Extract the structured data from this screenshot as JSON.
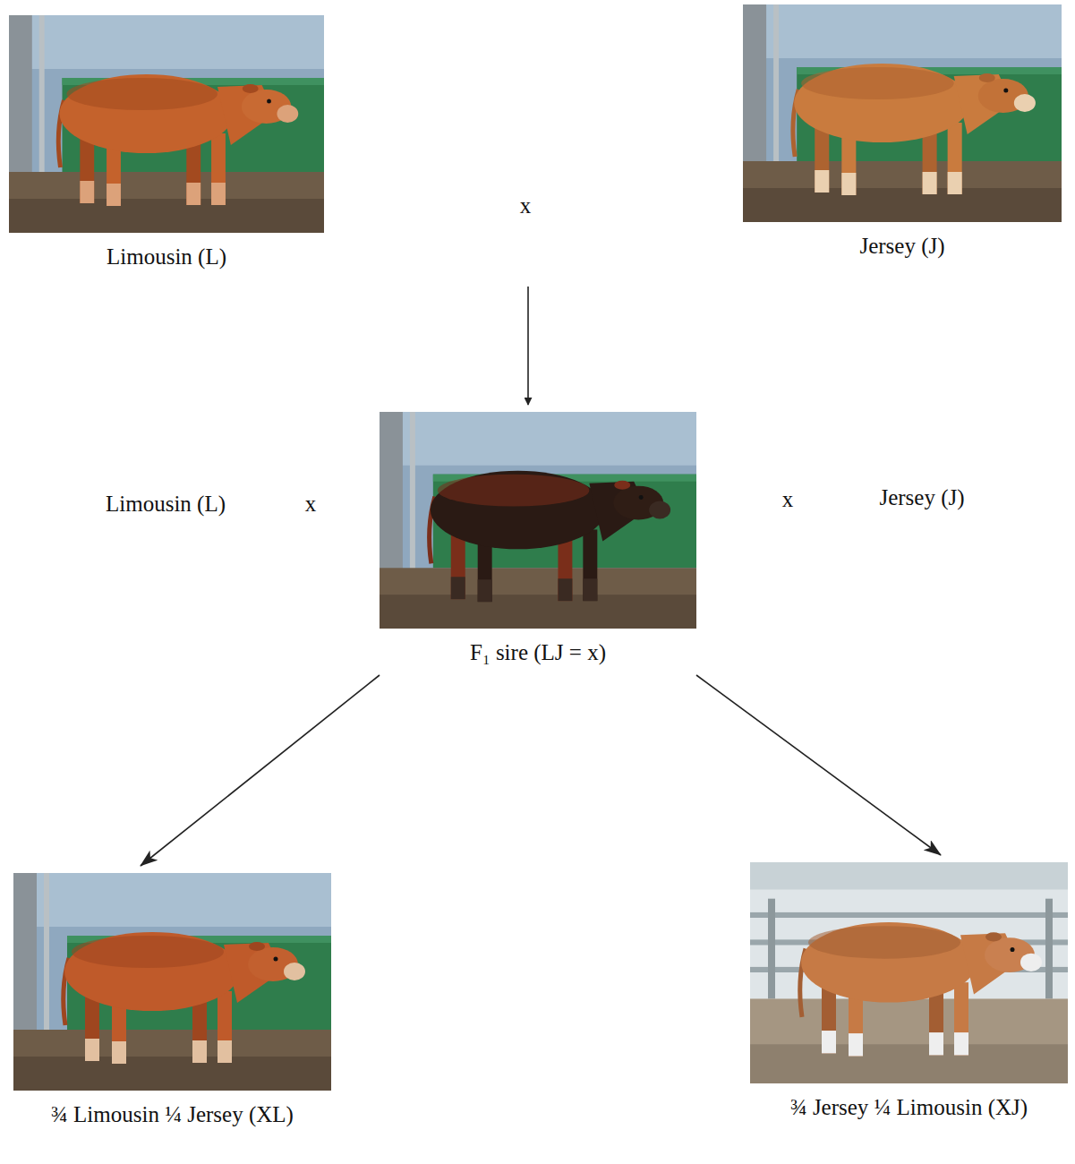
{
  "diagram": {
    "nodes": [
      {
        "text": [
          "Limousin (L)"
        ]
      },
      {
        "text": [
          "Jersey (J)"
        ]
      },
      {
        "text": [
          "F₁ sire (LJ = x)"
        ]
      },
      {
        "text": [
          "¾ Limousin ¼ Jersey (XL)"
        ]
      },
      {
        "text": [
          "¾ Jersey ¼ Limousin (XJ)"
        ]
      }
    ],
    "edges": [
      {
        "from": 2,
        "to": 3,
        "arrow": "to"
      },
      {
        "from": 2,
        "to": 4,
        "arrow": "to"
      }
    ],
    "labels": [
      "x",
      "Limousin (L)",
      "x",
      "x",
      "Jersey (J)"
    ]
  }
}
